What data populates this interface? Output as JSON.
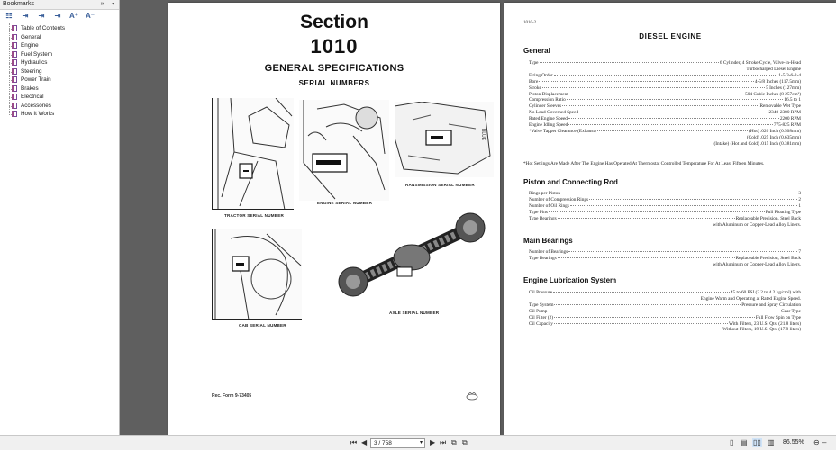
{
  "sidebar": {
    "title": "Bookmarks",
    "header_buttons": "» ◂",
    "toolbar": [
      "☷",
      "⇥",
      "⇥",
      "⇥",
      "A⁺",
      "A⁻"
    ],
    "items": [
      {
        "label": "Table of Contents"
      },
      {
        "label": "General"
      },
      {
        "label": "Engine"
      },
      {
        "label": "Fuel System"
      },
      {
        "label": "Hydraulics"
      },
      {
        "label": "Steering"
      },
      {
        "label": "Power Train"
      },
      {
        "label": "Brakes"
      },
      {
        "label": "Electrical"
      },
      {
        "label": "Accessories"
      },
      {
        "label": "How It Works"
      }
    ]
  },
  "left_page": {
    "section_word": "Section",
    "section_number": "1010",
    "subtitle1": "GENERAL SPECIFICATIONS",
    "subtitle2": "SERIAL NUMBERS",
    "captions": {
      "tractor": "TRACTOR SERIAL NUMBER",
      "engine": "ENGINE SERIAL NUMBER",
      "transmission": "TRANSMISSION SERIAL NUMBER",
      "cab": "CAB SERIAL NUMBER",
      "axle": "AXLE SERIAL NUMBER"
    },
    "form_ref": "Rec. Form 9-73405"
  },
  "right_page": {
    "code": "1010-2",
    "heading": "DIESEL ENGINE",
    "general_title": "General",
    "general": [
      {
        "k": "Type",
        "v": "6 Cylinder, 4 Stroke Cycle, Valve-In-Head",
        "cont": [
          "Turbocharged Diesel Engine"
        ]
      },
      {
        "k": "Firing Order",
        "v": "1-5-3-6-2-4"
      },
      {
        "k": "Bore",
        "v": "4-5/8 Inches (117.5mm)"
      },
      {
        "k": "Stroke",
        "v": "5 Inches (127mm)"
      },
      {
        "k": "Piston Displacement",
        "v": "504 Cubic Inches (8 257cm³)"
      },
      {
        "k": "Compression Ratio",
        "v": "16.5 to 1"
      },
      {
        "k": "Cylinder Sleeves",
        "v": "Removable Wet Type"
      },
      {
        "k": "No Load Governed Speed",
        "v": "2340-2380 RPM"
      },
      {
        "k": "Rated Engine Speed",
        "v": "2200 RPM"
      },
      {
        "k": "Engine Idling Speed",
        "v": "775-825 RPM"
      },
      {
        "k": "*Valve Tappet Clearance (Exhaust)",
        "v": "(Hot) .020 Inch (0.508mm)",
        "cont": [
          "(Cold) .025 Inch (0.635mm)",
          "(Intake) (Hot and Cold) .015 Inch (0.381mm)"
        ]
      }
    ],
    "note": "*Hot Settings Are Made After The Engine Has Operated At Thermostat Controlled Temperature For At Least Fifteen Minutes.",
    "piston_title": "Piston and Connecting Rod",
    "piston": [
      {
        "k": "Rings per Piston",
        "v": "3"
      },
      {
        "k": "Number of Compression Rings",
        "v": "2"
      },
      {
        "k": "Number of Oil Rings",
        "v": "1"
      },
      {
        "k": "Type Pins",
        "v": "Full Floating Type"
      },
      {
        "k": "Type Bearings",
        "v": "Replaceable Precision, Steel Back",
        "cont": [
          "with Aluminum or Copper-Lead Alloy Liners."
        ]
      }
    ],
    "main_title": "Main Bearings",
    "main": [
      {
        "k": "Number of Bearings",
        "v": "7"
      },
      {
        "k": "Type Bearings",
        "v": "Replaceable Precision, Steel Back",
        "cont": [
          "with Aluminum or Copper-Lead Alloy Liners."
        ]
      }
    ],
    "lube_title": "Engine Lubrication System",
    "lube": [
      {
        "k": "Oil Pressure",
        "v": "45 to 60 PSI (3.2 to 4.2 kg/cm²) with",
        "cont": [
          "Engine Warm and Operating at Rated Engine Speed."
        ]
      },
      {
        "k": "Type System",
        "v": "Pressure and Spray Circulation"
      },
      {
        "k": "Oil Pump",
        "v": "Gear Type"
      },
      {
        "k": "Oil Filter (2)",
        "v": "Full Flow Spin on Type"
      },
      {
        "k": "Oil Capacity",
        "v": "With Filters, 23 U.S. Qts. (21.8 liters)",
        "cont": [
          "Without Filters, 19 U.S. Qts. (17.9 liters)"
        ]
      }
    ]
  },
  "bottombar": {
    "page_display": "3 / 758",
    "zoom": "86.55%"
  }
}
